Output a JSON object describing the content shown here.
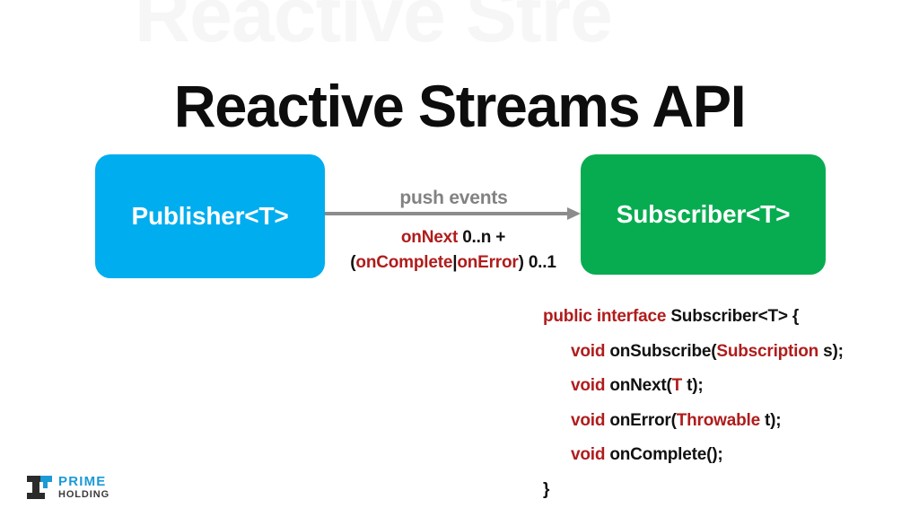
{
  "slide": {
    "watermark_text": "Reactive Stre",
    "title": "Reactive Streams API",
    "background_color": "#ffffff"
  },
  "diagram": {
    "publisher": {
      "label": "Publisher<T>",
      "color": "#00ADEE"
    },
    "subscriber": {
      "label": "Subscriber<T>",
      "color": "#07AC50"
    },
    "arrow": {
      "icon": "right-arrow-icon",
      "color": "#8c8c8c",
      "top_label": "push events",
      "top_label_color": "#828282",
      "contract_line1_kw": "onNext",
      "contract_line1_rest": " 0..n +",
      "contract_line2_open": "(",
      "contract_line2_kw1": "onComplete",
      "contract_line2_pipe": "|",
      "contract_line2_kw2": "onError",
      "contract_line2_rest": ") 0..1"
    }
  },
  "code": {
    "keyword_color": "#B01C1C",
    "text_color": "#111111",
    "lines": [
      {
        "indent": false,
        "parts": [
          {
            "text": "public interface ",
            "kind": "keyword"
          },
          {
            "text": "Subscriber<T> {",
            "kind": "plain"
          }
        ]
      },
      {
        "indent": true,
        "parts": [
          {
            "text": "void ",
            "kind": "keyword"
          },
          {
            "text": "onSubscribe(",
            "kind": "plain"
          },
          {
            "text": "Subscription",
            "kind": "keyword"
          },
          {
            "text": " s);",
            "kind": "plain"
          }
        ]
      },
      {
        "indent": true,
        "parts": [
          {
            "text": "void ",
            "kind": "keyword"
          },
          {
            "text": "onNext(",
            "kind": "plain"
          },
          {
            "text": "T",
            "kind": "keyword"
          },
          {
            "text": " t);",
            "kind": "plain"
          }
        ]
      },
      {
        "indent": true,
        "parts": [
          {
            "text": "void ",
            "kind": "keyword"
          },
          {
            "text": "onError(",
            "kind": "plain"
          },
          {
            "text": "Throwable",
            "kind": "keyword"
          },
          {
            "text": " t);",
            "kind": "plain"
          }
        ]
      },
      {
        "indent": true,
        "parts": [
          {
            "text": "void ",
            "kind": "keyword"
          },
          {
            "text": "onComplete();",
            "kind": "plain"
          }
        ]
      },
      {
        "indent": false,
        "parts": [
          {
            "text": "}",
            "kind": "plain"
          }
        ]
      }
    ]
  },
  "logo": {
    "mark_icon": "i-beam-icon",
    "primary": "PRIME",
    "secondary": "HOLDING",
    "primary_color": "#1C9AD6",
    "secondary_color": "#3a3a3a"
  }
}
